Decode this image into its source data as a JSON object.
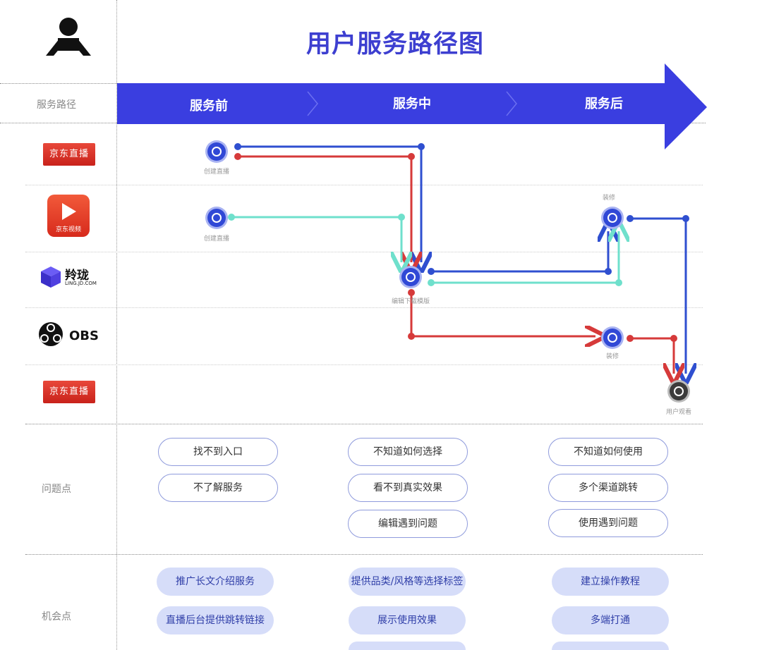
{
  "title": "用户服务路径图",
  "row_labels": {
    "path": "服务路径",
    "problems": "问题点",
    "opportunities": "机会点"
  },
  "phases": [
    "服务前",
    "服务中",
    "服务后"
  ],
  "platforms": {
    "jd_live_1": "京东直播",
    "jd_video": "京东视频",
    "linglong": "羚珑",
    "linglong_sub": "LING.JD.COM",
    "obs": "OBS",
    "jd_live_2": "京东直播"
  },
  "nodes": {
    "create_live_1": "创建直播",
    "create_live_2": "创建直播",
    "edit_template": "编辑下载模版",
    "decorate_1": "装修",
    "decorate_2": "装修",
    "user_watch": "用户观看"
  },
  "problems": {
    "before": [
      "找不到入口",
      "不了解服务"
    ],
    "during": [
      "不知道如何选择",
      "看不到真实效果",
      "编辑遇到问题"
    ],
    "after": [
      "不知道如何使用",
      "多个渠道跳转",
      "使用遇到问题"
    ]
  },
  "opportunities": {
    "before": [
      "推广长文介绍服务",
      "直播后台提供跳转链接"
    ],
    "during": [
      "提供品类/风格等选择标签",
      "展示使用效果"
    ],
    "after": [
      "建立操作教程",
      "多端打通"
    ]
  },
  "colors": {
    "accent": "#3d3fd0",
    "blue_line": "#2f4fd0",
    "red_line": "#d63a3a",
    "teal_line": "#6fe0cc"
  }
}
